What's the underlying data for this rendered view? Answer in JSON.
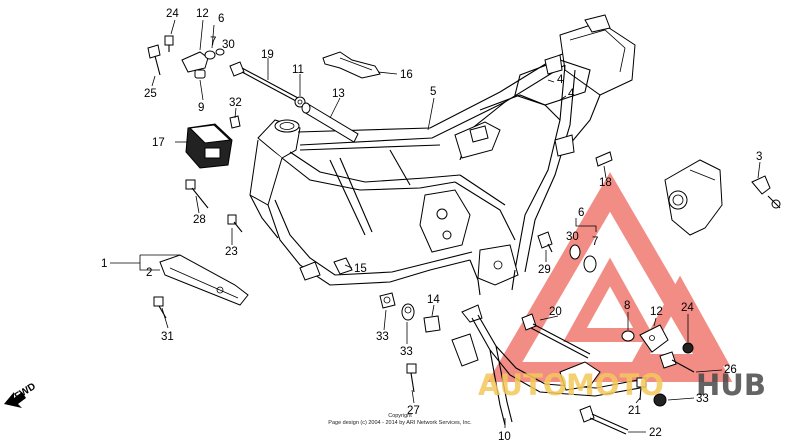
{
  "callouts": {
    "c24a": "24",
    "c12a": "12",
    "c6a": "6",
    "c7a": "7",
    "c30a": "30",
    "c25": "25",
    "c9": "9",
    "c19": "19",
    "c11": "11",
    "c13": "13",
    "c16": "16",
    "c5": "5",
    "c4a": "4",
    "c4b": "4",
    "c32": "32",
    "c17": "17",
    "c18": "18",
    "c3": "3",
    "c28": "28",
    "c23": "23",
    "c1": "1",
    "c2": "2",
    "c15": "15",
    "c6b": "6",
    "c30b": "30",
    "c7b": "7",
    "c29": "29",
    "c31": "31",
    "c33a": "33",
    "c33b": "33",
    "c14": "14",
    "c20": "20",
    "c8": "8",
    "c12b": "12",
    "c24b": "24",
    "c26": "26",
    "c27": "27",
    "c21": "21",
    "c33c": "33",
    "c10": "10",
    "c22": "22"
  },
  "fwd_label": "FWD",
  "copyright": {
    "line1": "Copyright",
    "line2": "Page design (c) 2004 - 2014 by ARI Network Services, Inc."
  },
  "watermark": {
    "text_a": "AUTO",
    "text_b": "MOTO",
    "text_c": "HUB",
    "color_red": "#f07a72",
    "color_gold": "#f4c85a"
  }
}
